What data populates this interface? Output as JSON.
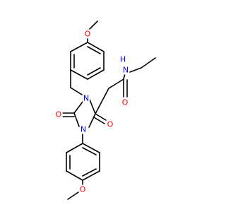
{
  "molecule": {
    "colors": {
      "bond": "#000000",
      "oxygen": "#ff0000",
      "nitrogen": "#0000ff"
    },
    "labels": {
      "o_top": "O",
      "nh_h": "H",
      "nh_n": "N",
      "o_amide": "O",
      "n_ring_top": "N",
      "o_c2": "O",
      "o_c5": "O",
      "n_ring_bottom": "N",
      "o_bottom": "O"
    }
  }
}
